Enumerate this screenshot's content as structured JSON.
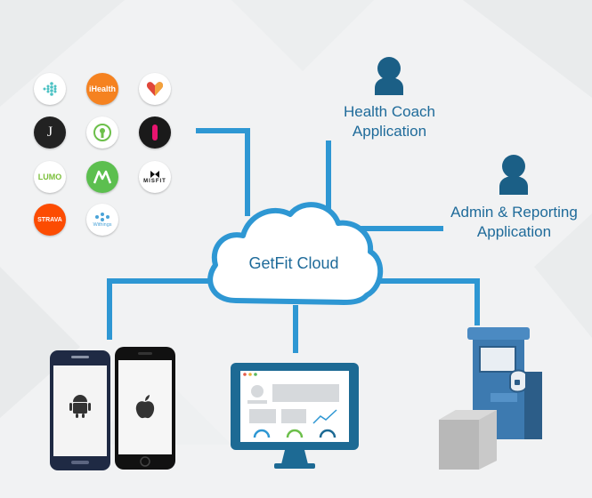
{
  "cloud": {
    "label": "GetFit Cloud"
  },
  "health_coach": {
    "line1": "Health Coach",
    "line2": "Application"
  },
  "admin": {
    "line1": "Admin & Reporting",
    "line2": "Application"
  },
  "apps": [
    {
      "name": "fitbit-icon",
      "text": "fitbit",
      "bg": "#ffffff",
      "fg": "#4cc2c4"
    },
    {
      "name": "ihealth-icon",
      "text": "iHealth",
      "bg": "#f58220",
      "fg": "#ffffff"
    },
    {
      "name": "heart-app-icon",
      "text": "",
      "bg": "#ffffff",
      "fg": "#e0473a"
    },
    {
      "name": "jawbone-icon",
      "text": "J",
      "bg": "#222222",
      "fg": "#ffffff"
    },
    {
      "name": "keyhole-app-icon",
      "text": "",
      "bg": "#ffffff",
      "fg": "#6cbf4a"
    },
    {
      "name": "pink-bar-app-icon",
      "text": "",
      "bg": "#1a1a1a",
      "fg": "#e8146f"
    },
    {
      "name": "lumo-icon",
      "text": "LUMO",
      "bg": "#ffffff",
      "fg": "#7bbf3a"
    },
    {
      "name": "mapmyfitness-icon",
      "text": "M",
      "bg": "#5cbf4f",
      "fg": "#ffffff"
    },
    {
      "name": "misfit-icon",
      "text": "MISFIT",
      "bg": "#ffffff",
      "fg": "#111111"
    },
    {
      "name": "strava-icon",
      "text": "STRAVA",
      "bg": "#fc4c02",
      "fg": "#ffffff"
    },
    {
      "name": "withings-icon",
      "text": "Withings",
      "bg": "#ffffff",
      "fg": "#4aa3d8"
    }
  ],
  "colors": {
    "line": "#2e97d3",
    "label": "#1f6b9a",
    "person": "#1b5f86"
  }
}
